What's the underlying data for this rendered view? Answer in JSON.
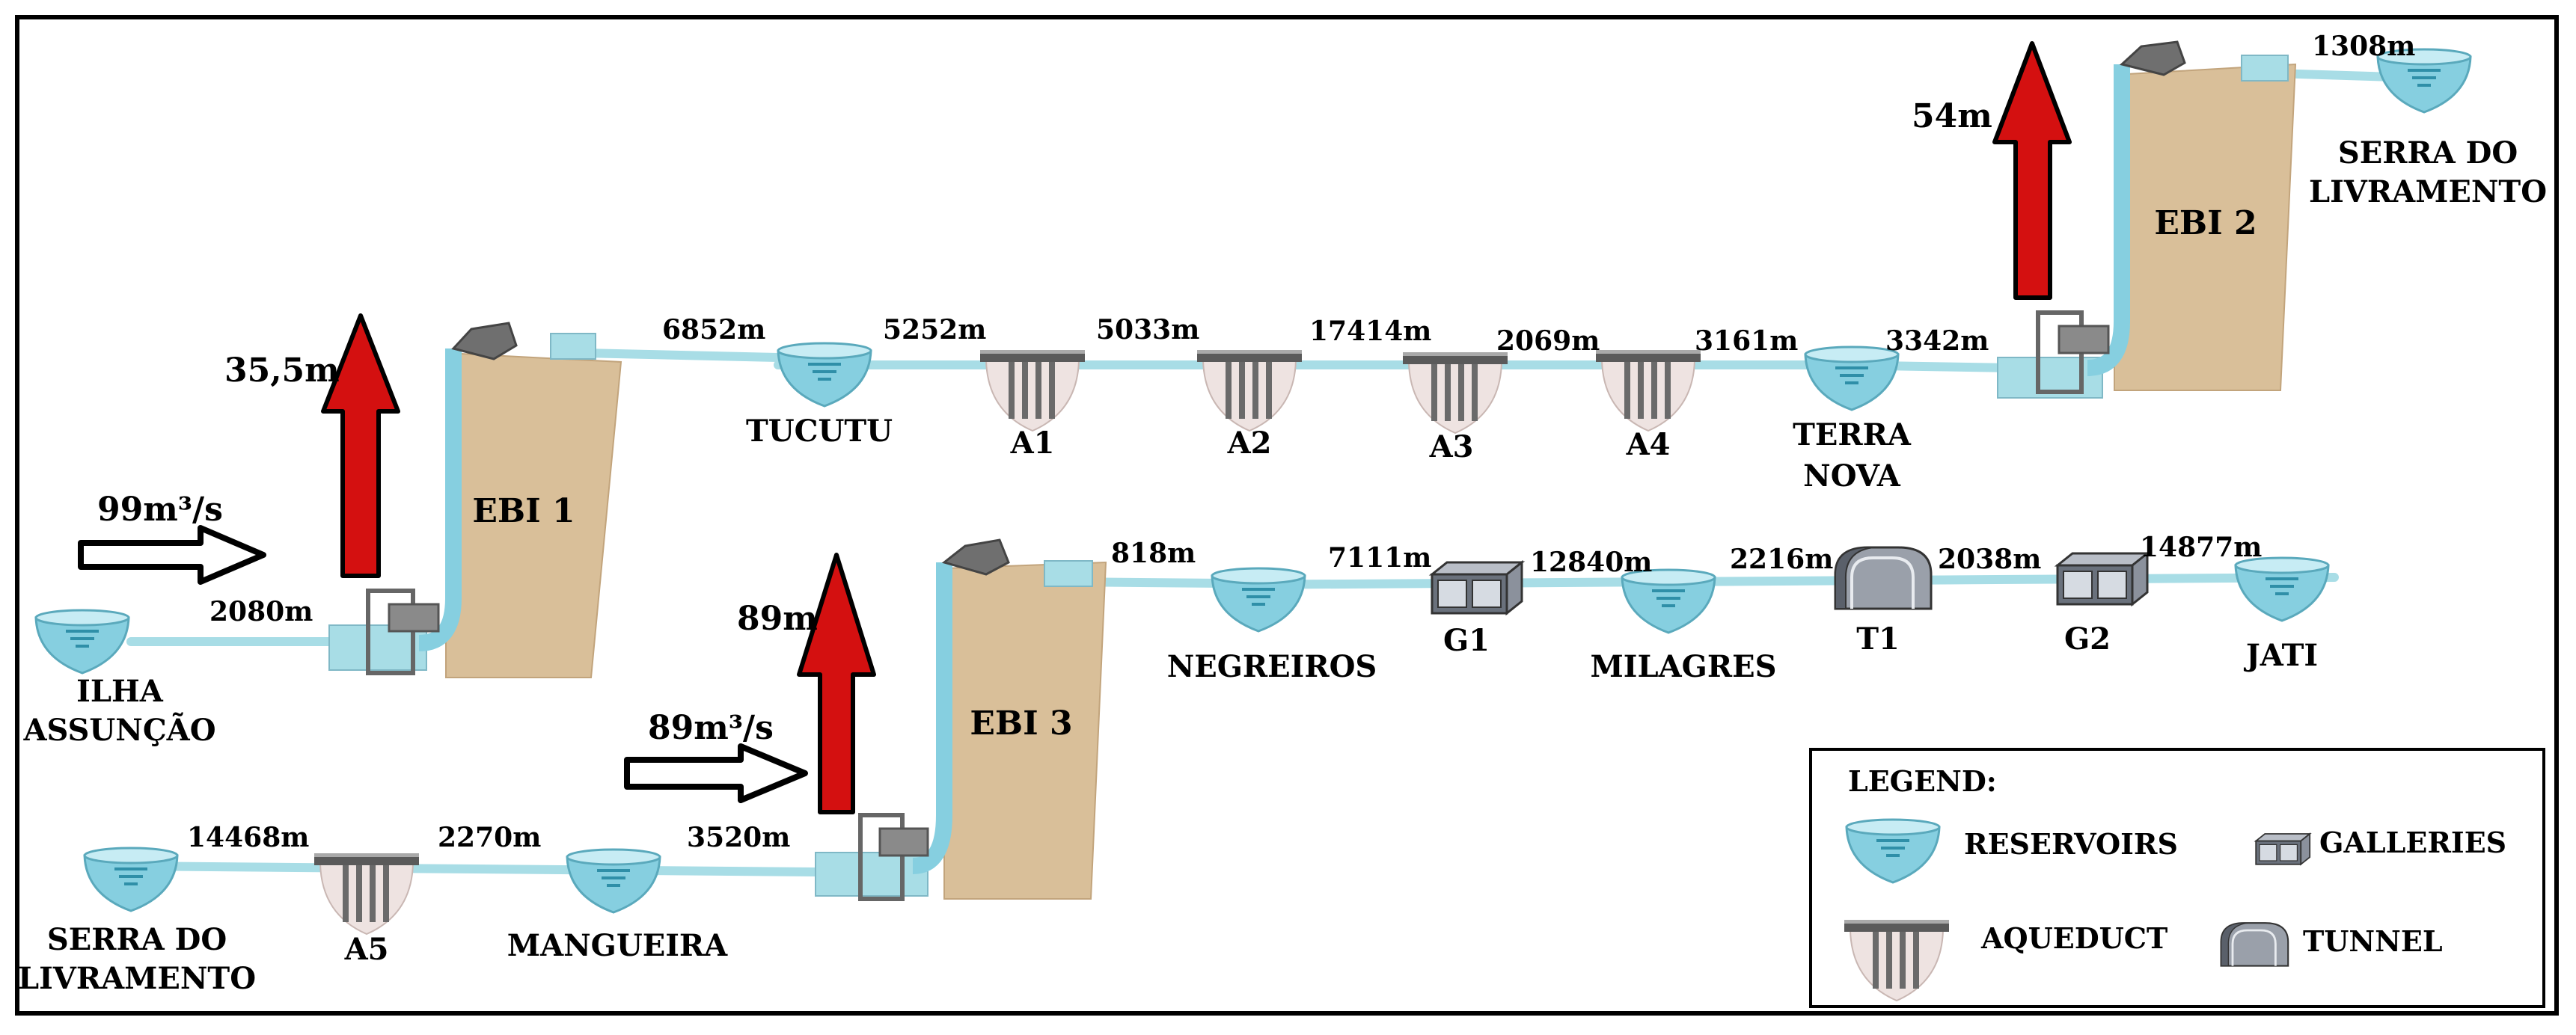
{
  "colors": {
    "pipe": "#a8dde6",
    "water": "#86cfe0",
    "station": "#d9bf99",
    "arrow": "#d41010",
    "gallery": "#5f6570"
  },
  "distances": {
    "d2080": "2080m",
    "d6852": "6852m",
    "d5252": "5252m",
    "d5033": "5033m",
    "d17414": "17414m",
    "d2069": "2069m",
    "d3161": "3161m",
    "d3342": "3342m",
    "d1308": "1308m",
    "d818": "818m",
    "d7111": "7111m",
    "d12840": "12840m",
    "d2216": "2216m",
    "d2038": "2038m",
    "d14877": "14877m",
    "d14468": "14468m",
    "d2270": "2270m",
    "d3520": "3520m"
  },
  "reservoirs": {
    "ilha_1": "ILHA",
    "ilha_2": "ASSUNÇÃO",
    "tucutu": "TUCUTU",
    "terra_1": "TERRA",
    "terra_2": "NOVA",
    "serra_top_1": "SERRA DO",
    "serra_top_2": "LIVRAMENTO",
    "negreiros": "NEGREIROS",
    "milagres": "MILAGRES",
    "jati": "JATI",
    "serra_bot_1": "SERRA DO",
    "serra_bot_2": "LIVRAMENTO",
    "mangueira": "MANGUEIRA"
  },
  "aqueducts": {
    "a1": "A1",
    "a2": "A2",
    "a3": "A3",
    "a4": "A4",
    "a5": "A5"
  },
  "galleries": {
    "g1": "G1",
    "g2": "G2"
  },
  "tunnels": {
    "t1": "T1"
  },
  "stations": {
    "ebi1": "EBI 1",
    "ebi2": "EBI 2",
    "ebi3": "EBI 3"
  },
  "lifts": {
    "ebi1": "35,5m",
    "ebi2": "54m",
    "ebi3": "89m"
  },
  "flows": {
    "north": "99m³/s",
    "east": "89m³/s"
  },
  "legend": {
    "title": "LEGEND:",
    "reservoirs": "RESERVOIRS",
    "galleries": "GALLERIES",
    "aqueduct": "AQUEDUCT",
    "tunnel": "TUNNEL"
  }
}
